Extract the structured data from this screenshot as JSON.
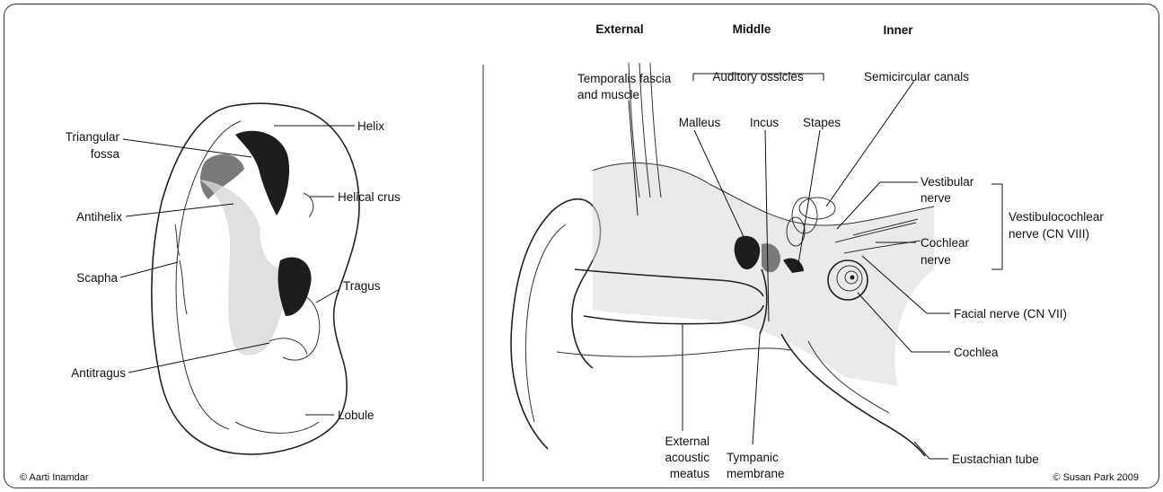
{
  "left_panel": {
    "labels": {
      "helix": "Helix",
      "triangular_fossa_1": "Triangular",
      "triangular_fossa_2": "fossa",
      "helical_crus": "Helical crus",
      "antihelix": "Antihelix",
      "scapha": "Scapha",
      "tragus": "Tragus",
      "antitragus": "Antitragus",
      "lobule": "Lobule"
    },
    "credit": "© Aarti Inamdar"
  },
  "right_panel": {
    "sections": {
      "external": "External",
      "middle": "Middle",
      "inner": "Inner"
    },
    "labels": {
      "temporalis_1": "Temporalis fascia",
      "temporalis_2": "and muscle",
      "auditory_ossicles": "Auditory ossicles",
      "semicircular_canals": "Semicircular canals",
      "malleus": "Malleus",
      "incus": "Incus",
      "stapes": "Stapes",
      "vestibular_1": "Vestibular",
      "vestibular_2": "nerve",
      "vestibulocochlear_1": "Vestibulocochlear",
      "vestibulocochlear_2": "nerve (CN VIII)",
      "cochlear_1": "Cochlear",
      "cochlear_2": "nerve",
      "facial_nerve": "Facial nerve (CN VII)",
      "cochlea": "Cochlea",
      "eustachian_tube": "Eustachian tube",
      "eam_1": "External",
      "eam_2": "acoustic",
      "eam_3": "meatus",
      "tympanic_1": "Tympanic",
      "tympanic_2": "membrane"
    },
    "credit": "© Susan Park 2009"
  }
}
